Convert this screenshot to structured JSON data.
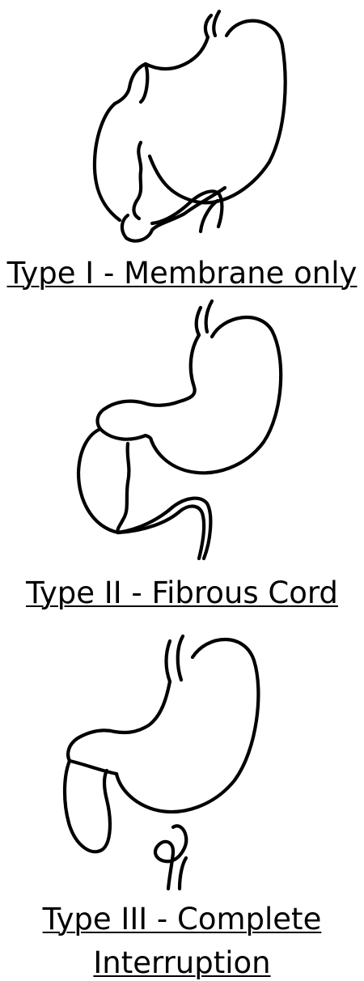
{
  "types": [
    {
      "label": "Type I - Membrane only"
    },
    {
      "label": "Type II - Fibrous Cord"
    },
    {
      "label": "Type III - Complete",
      "label_line2": "Interruption"
    }
  ]
}
